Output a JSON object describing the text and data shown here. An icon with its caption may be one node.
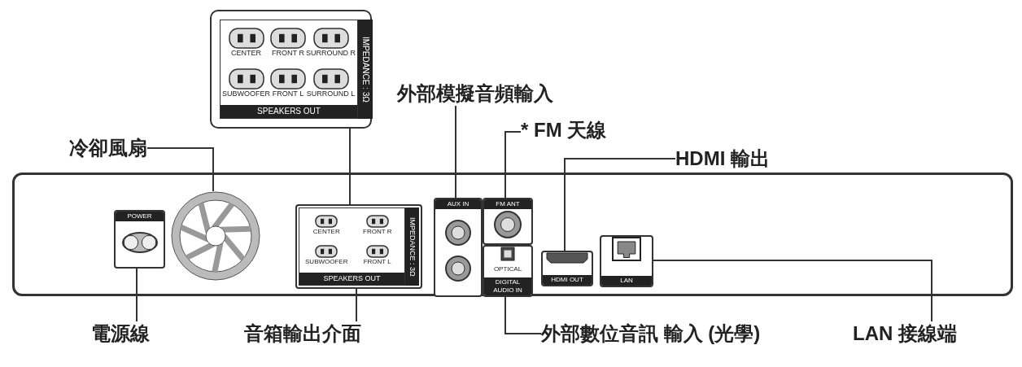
{
  "diagram": {
    "nodes": [
      {
        "text": [],
        "shape": "box"
      },
      {
        "text": [
          "CENTER",
          "FRONT R",
          "SURROUND R",
          "SUBWOOFER",
          "FRONT L",
          "SURROUND L",
          "SPEAKERS OUT",
          "IMPEDANCE : 3Ω"
        ]
      },
      {
        "text": [
          "外部模擬音頻輸入"
        ]
      },
      {
        "text": [
          "* FM 天線"
        ]
      },
      {
        "text": [
          "冷卻風扇"
        ]
      },
      {
        "text": [
          "HDMI 輸出"
        ]
      },
      {
        "text": [
          "POWER"
        ],
        "in": 0
      },
      {
        "text": [],
        "shape": "circle",
        "in": 0
      },
      {
        "text": [
          "CENTER",
          "FRONT R",
          "SUBWOOFER",
          "FRONT L",
          "SPEAKERS OUT",
          "IMPEDANCE : 3Ω"
        ],
        "in": 0
      },
      {
        "text": [
          "AUX IN"
        ],
        "in": 0
      },
      {
        "text": [
          "FM ANT"
        ],
        "in": 0
      },
      {
        "text": [
          "OPTICAL",
          "DIGITAL AUDIO IN"
        ],
        "in": 0
      },
      {
        "text": [
          "HDMI OUT"
        ],
        "in": 0
      },
      {
        "text": [
          "LAN"
        ],
        "in": 0
      },
      {
        "text": [
          "電源線"
        ]
      },
      {
        "text": [
          "音箱輸出介面"
        ]
      },
      {
        "text": [
          "外部數位音訊 輸入 (光學)"
        ]
      },
      {
        "text": [
          "LAN 接線端"
        ]
      }
    ],
    "edges": [
      {
        "from": 4,
        "to": 7,
        "arrow": "none"
      },
      {
        "from": 14,
        "to": 6,
        "arrow": "none"
      },
      {
        "from": 15,
        "to": 8,
        "arrow": "none"
      },
      {
        "from": 1,
        "to": 8,
        "arrow": "none"
      },
      {
        "from": 2,
        "to": 9,
        "arrow": "none"
      },
      {
        "from": 3,
        "to": 10,
        "arrow": "none"
      },
      {
        "from": 5,
        "to": 12,
        "arrow": "none"
      },
      {
        "from": 16,
        "to": 11,
        "arrow": "none"
      },
      {
        "from": 17,
        "to": 13,
        "arrow": "none"
      }
    ]
  }
}
